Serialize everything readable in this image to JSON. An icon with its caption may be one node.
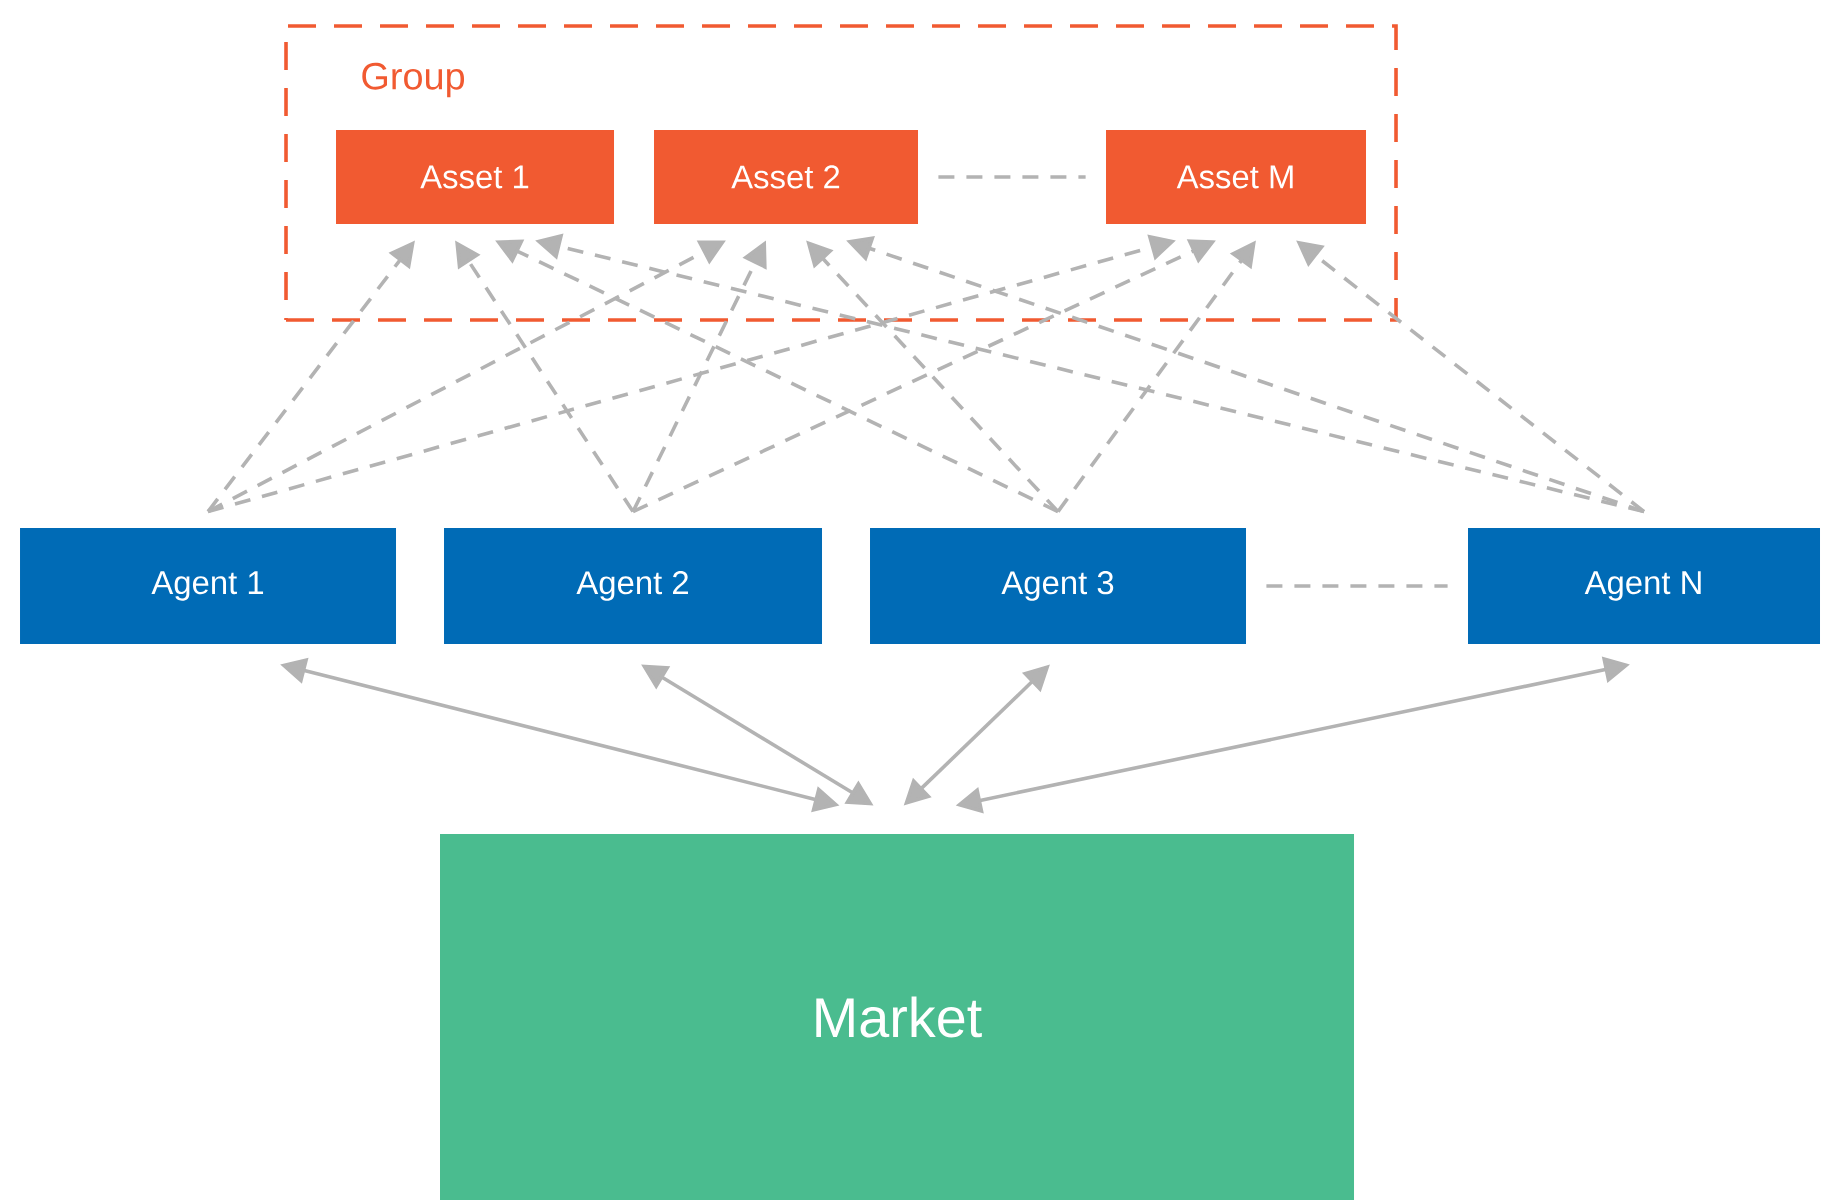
{
  "diagram": {
    "nodes": [
      {
        "text": [
          "Group"
        ]
      },
      {
        "text": [
          "Asset 1"
        ],
        "in": 0
      },
      {
        "text": [
          "Asset 2"
        ],
        "in": 0
      },
      {
        "text": [
          "Asset M"
        ],
        "in": 0
      },
      {
        "text": [
          "Agent 1"
        ]
      },
      {
        "text": [
          "Agent 2"
        ]
      },
      {
        "text": [
          "Agent 3"
        ]
      },
      {
        "text": [
          "Agent N"
        ]
      },
      {
        "text": [
          "Market"
        ]
      }
    ],
    "edges": [
      {
        "from": 4,
        "to": 1,
        "arrow": "to",
        "style": "dashed"
      },
      {
        "from": 4,
        "to": 2,
        "arrow": "to",
        "style": "dashed"
      },
      {
        "from": 4,
        "to": 3,
        "arrow": "to",
        "style": "dashed"
      },
      {
        "from": 5,
        "to": 1,
        "arrow": "to",
        "style": "dashed"
      },
      {
        "from": 5,
        "to": 2,
        "arrow": "to",
        "style": "dashed"
      },
      {
        "from": 5,
        "to": 3,
        "arrow": "to",
        "style": "dashed"
      },
      {
        "from": 6,
        "to": 1,
        "arrow": "to",
        "style": "dashed"
      },
      {
        "from": 6,
        "to": 2,
        "arrow": "to",
        "style": "dashed"
      },
      {
        "from": 6,
        "to": 3,
        "arrow": "to",
        "style": "dashed"
      },
      {
        "from": 7,
        "to": 1,
        "arrow": "to",
        "style": "dashed"
      },
      {
        "from": 7,
        "to": 2,
        "arrow": "to",
        "style": "dashed"
      },
      {
        "from": 7,
        "to": 3,
        "arrow": "to",
        "style": "dashed"
      },
      {
        "from": 2,
        "to": 3,
        "arrow": "none",
        "style": "dashed"
      },
      {
        "from": 6,
        "to": 7,
        "arrow": "none",
        "style": "dashed"
      },
      {
        "from": 4,
        "to": 8,
        "arrow": "both"
      },
      {
        "from": 5,
        "to": 8,
        "arrow": "both"
      },
      {
        "from": 6,
        "to": 8,
        "arrow": "both"
      },
      {
        "from": 7,
        "to": 8,
        "arrow": "both"
      }
    ]
  }
}
